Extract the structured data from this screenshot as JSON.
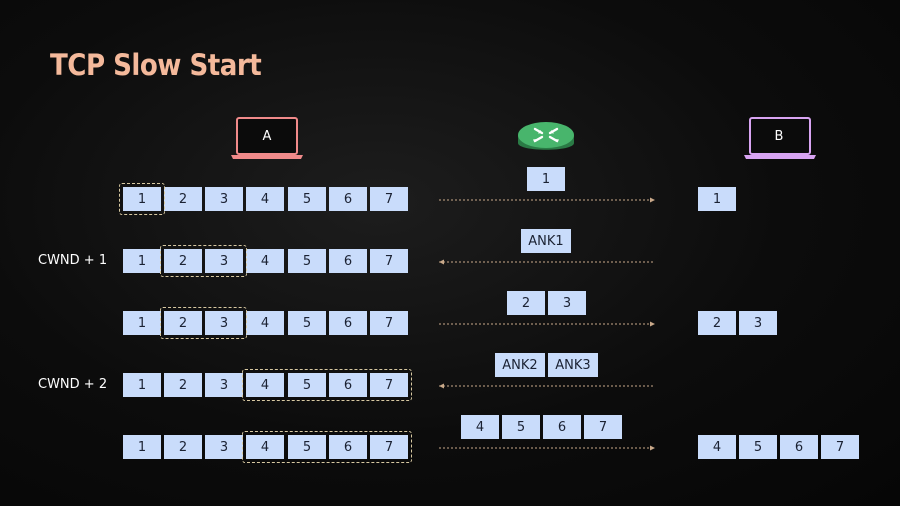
{
  "title": "TCP Slow Start",
  "hosts": {
    "sender": "A",
    "receiver": "B"
  },
  "colors": {
    "title": "#f4b99b",
    "cell": "#c9dcfb",
    "sender_laptop": "#f08a8a",
    "receiver_laptop": "#d8a4f2",
    "router": "#3fa864",
    "window_border": "#d8c9a2"
  },
  "icons": {
    "sender": "laptop-icon",
    "router": "router-icon",
    "receiver": "laptop-icon"
  },
  "packets": [
    "1",
    "2",
    "3",
    "4",
    "5",
    "6",
    "7"
  ],
  "rows": [
    {
      "label": "",
      "window": [
        1,
        1
      ],
      "direction": "to-receiver",
      "in_transit": [
        "1"
      ],
      "received": [
        "1"
      ]
    },
    {
      "label": "CWND + 1",
      "window": [
        2,
        3
      ],
      "direction": "to-sender",
      "in_transit": [
        "ANK1"
      ],
      "received": []
    },
    {
      "label": "",
      "window": [
        2,
        3
      ],
      "direction": "to-receiver",
      "in_transit": [
        "2",
        "3"
      ],
      "received": [
        "2",
        "3"
      ]
    },
    {
      "label": "CWND + 2",
      "window": [
        4,
        7
      ],
      "direction": "to-sender",
      "in_transit": [
        "ANK2",
        "ANK3"
      ],
      "received": []
    },
    {
      "label": "",
      "window": [
        4,
        7
      ],
      "direction": "to-receiver",
      "in_transit": [
        "4",
        "5",
        "6",
        "7"
      ],
      "received": [
        "4",
        "5",
        "6",
        "7"
      ]
    }
  ]
}
